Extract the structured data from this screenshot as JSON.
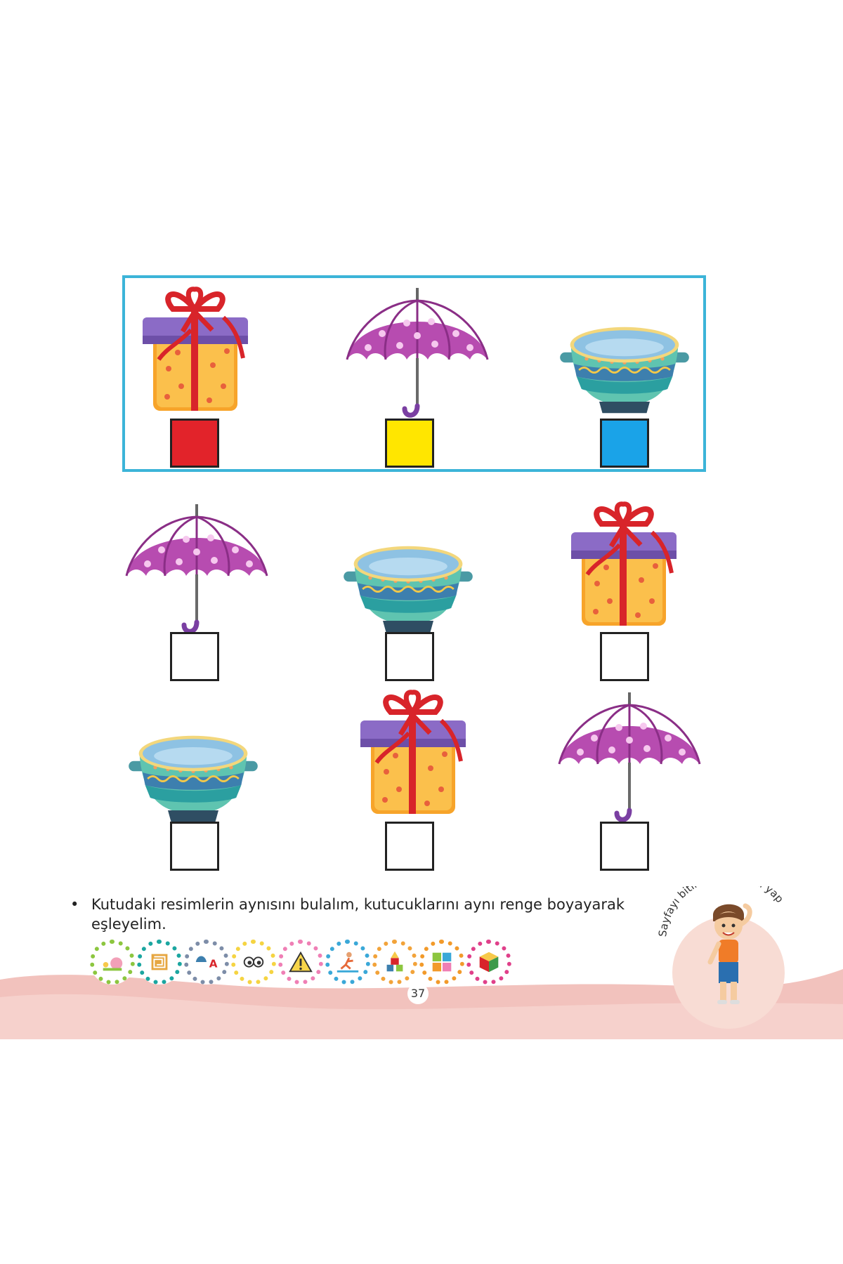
{
  "colors": {
    "key_frame": "#3cb4d8",
    "gift": "#e2232a",
    "umbrella": "#ffe600",
    "bowl": "#1aa3e8",
    "wave": "#f4c3c0"
  },
  "key": [
    {
      "object": "gift-box",
      "color": "#e2232a"
    },
    {
      "object": "umbrella",
      "color": "#ffe600"
    },
    {
      "object": "bowl",
      "color": "#1aa3e8"
    }
  ],
  "answers_grid": [
    [
      "umbrella",
      "bowl",
      "gift-box"
    ],
    [
      "bowl",
      "gift-box",
      "umbrella"
    ]
  ],
  "instruction": {
    "bullet": "•",
    "text": "Kutudaki resimlerin aynısını bulalım, kutucuklarını aynı renge boyayarak eşleyelim."
  },
  "badges": [
    "snail-icon",
    "maze-icon",
    "umbrella-letter-icon",
    "eyes-icon",
    "warning-icon",
    "runner-icon",
    "blocks-icon",
    "puzzle-icon",
    "cube-icon"
  ],
  "kid": {
    "caption": "Sayfayı bitir. Bu hareketi yap"
  },
  "page_number": "37"
}
